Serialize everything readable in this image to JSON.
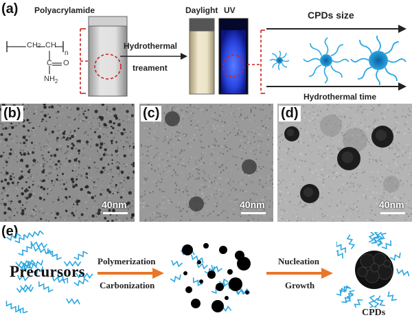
{
  "panels": {
    "a": {
      "label": "(a)"
    },
    "b": {
      "label": "(b)",
      "scale": "40nm"
    },
    "c": {
      "label": "(c)",
      "scale": "40nm"
    },
    "d": {
      "label": "(d)",
      "scale": "40nm"
    },
    "e": {
      "label": "(e)"
    }
  },
  "panel_a": {
    "polymer_name": "Polyacrylamide",
    "monomer_n": "n",
    "carbonyl_o": "O",
    "amine": "NH",
    "amine_sub": "2",
    "process_line1": "Hydrothermal",
    "process_line2": "treament",
    "daylight_label": "Daylight",
    "uv_label": "UV",
    "top_arrow_label": "CPDs size",
    "bottom_arrow_label": "Hydrothermal time"
  },
  "panel_e": {
    "precursors_label": "Precursors",
    "step1_top": "Polymerization",
    "step1_bottom": "Carbonization",
    "step2_top": "Nucleation",
    "step2_bottom": "Growth",
    "product_label": "CPDs"
  },
  "colors": {
    "chain_blue": "#2aa6e0",
    "dashed_red": "#cc2020",
    "arrow_orange": "#e8772a",
    "uv_glow": "#2a55ff"
  }
}
